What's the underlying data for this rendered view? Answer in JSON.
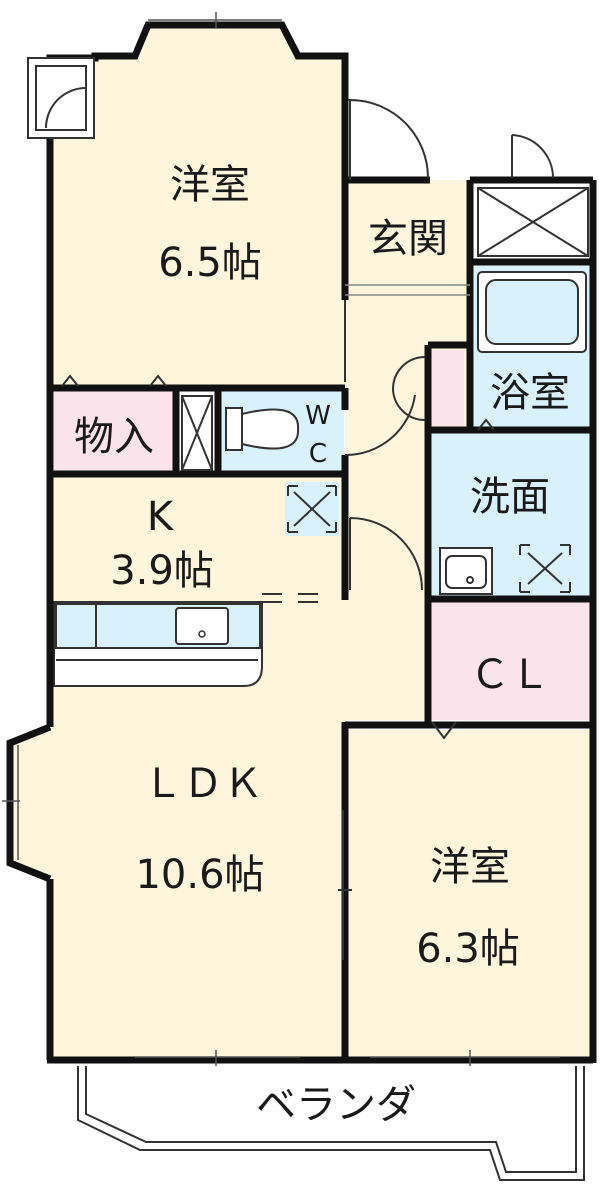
{
  "rooms": {
    "western_north": {
      "name": "洋室",
      "size": "6.5帖"
    },
    "entrance": {
      "name": "玄関"
    },
    "bath": {
      "name": "浴室"
    },
    "storage": {
      "name": "物入"
    },
    "wc": {
      "line1": "W",
      "line2": "C"
    },
    "kitchen": {
      "name": "K",
      "size": "3.9帖"
    },
    "washroom": {
      "name": "洗面"
    },
    "closet": {
      "name": "ＣＬ"
    },
    "ldk": {
      "name": "ＬＤＫ",
      "size": "10.6帖"
    },
    "western_south": {
      "name": "洋室",
      "size": "6.3帖"
    },
    "veranda": {
      "name": "ベランダ"
    }
  },
  "colors": {
    "floor": "#fdf5dc",
    "wet": "#d9f1fb",
    "storage": "#fbe3ec",
    "wall": "#111111"
  }
}
